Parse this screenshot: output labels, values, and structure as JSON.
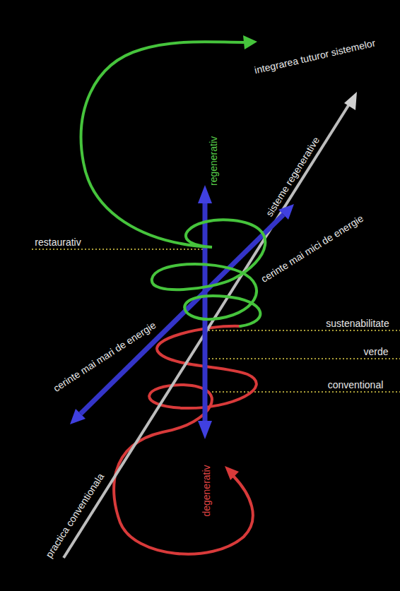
{
  "diagram": {
    "labels": [
      "integrarea tuturor sistemelor",
      "regenerativ",
      "sisteme regenerative",
      "cerinte mai mici de energie",
      "restaurativ",
      "sustenabilitate",
      "cerinte mai mari de energie",
      "verde",
      "conventional",
      "degenerativ",
      "practica conventionala"
    ]
  }
}
